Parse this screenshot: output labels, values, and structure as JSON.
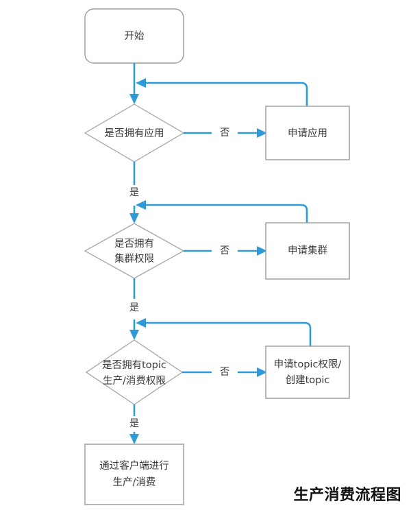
{
  "diagram": {
    "caption": "生产消费流程图",
    "accent_color": "#2f9ad8",
    "node_border_color": "#9a9a9a",
    "text_color": "#3a3a3a",
    "background_color": "#ffffff",
    "nodes": {
      "start": {
        "label": "开始",
        "shape": "rounded-rect"
      },
      "decision_app": {
        "label": "是否拥有应用",
        "shape": "diamond"
      },
      "apply_app": {
        "label": "申请应用",
        "shape": "rect"
      },
      "decision_cluster_line1": "是否拥有",
      "decision_cluster_line2": "集群权限",
      "apply_cluster": {
        "label": "申请集群",
        "shape": "rect"
      },
      "decision_topic_line1": "是否拥有topic",
      "decision_topic_line2": "生产/消费权限",
      "apply_topic_line1": "申请topic权限/",
      "apply_topic_line2": "创建topic",
      "end_line1": "通过客户端进行",
      "end_line2": "生产/消费"
    },
    "edge_labels": {
      "no_1": "否",
      "no_2": "否",
      "no_3": "否",
      "yes_1": "是",
      "yes_2": "是",
      "yes_3": "是"
    }
  }
}
